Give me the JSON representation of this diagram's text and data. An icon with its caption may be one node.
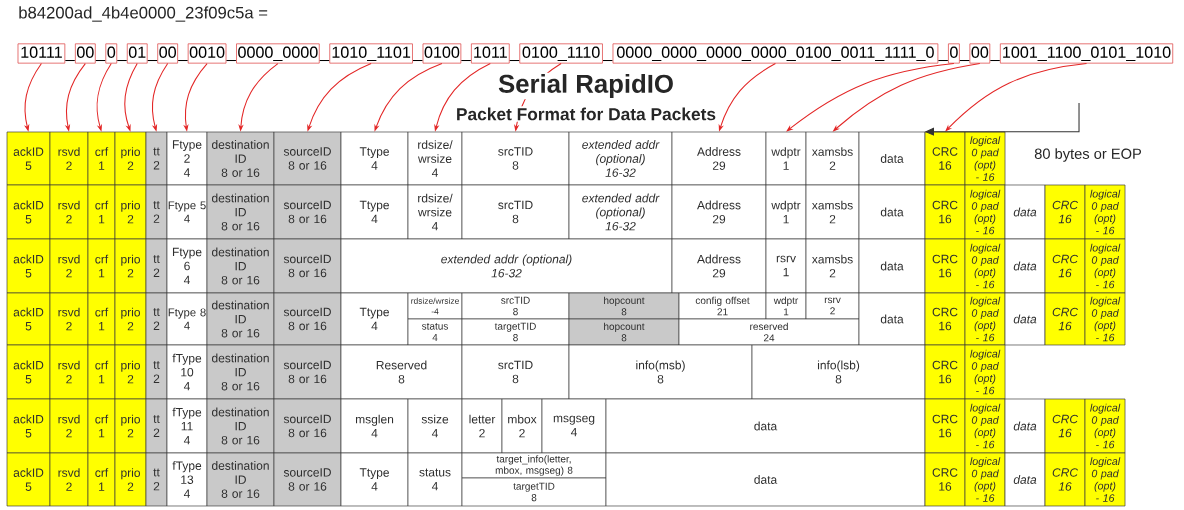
{
  "diagram": {
    "title": "Serial RapidIO",
    "nodes": [
      {
        "text": [
          "10111"
        ]
      },
      {
        "text": [
          "00"
        ]
      },
      {
        "text": [
          "0"
        ]
      },
      {
        "text": [
          "01"
        ]
      },
      {
        "text": [
          "00"
        ]
      },
      {
        "text": [
          "0010"
        ]
      },
      {
        "text": [
          "0000_0000"
        ]
      },
      {
        "text": [
          "1010_1101"
        ]
      },
      {
        "text": [
          "0100"
        ]
      },
      {
        "text": [
          "1011"
        ]
      },
      {
        "text": [
          "0100_1110"
        ]
      },
      {
        "text": [
          "0000_0000_0000_0000_0100_0011_1111_0"
        ]
      },
      {
        "text": [
          "0"
        ]
      },
      {
        "text": [
          "00"
        ]
      },
      {
        "text": [
          "1001_1100_0101_1010"
        ]
      },
      {
        "text": [
          "ackID",
          "5"
        ]
      },
      {
        "text": [
          "rsvd",
          "2"
        ]
      },
      {
        "text": [
          "crf",
          "1"
        ]
      },
      {
        "text": [
          "prio",
          "2"
        ]
      },
      {
        "text": [
          "tt",
          "2"
        ]
      },
      {
        "text": [
          "Ftype 2",
          "4"
        ]
      },
      {
        "text": [
          "destination ID",
          "8 or 16"
        ]
      },
      {
        "text": [
          "sourceID",
          "8 or 16"
        ]
      },
      {
        "text": [
          "Ttype",
          "4"
        ]
      },
      {
        "text": [
          "rdsize/ wrsize",
          "4"
        ]
      },
      {
        "text": [
          "srcTID",
          "8"
        ]
      },
      {
        "text": [
          "extended addr (optional)",
          "16-32"
        ]
      },
      {
        "text": [
          "Address",
          "29"
        ]
      },
      {
        "text": [
          "wdptr",
          "1"
        ]
      },
      {
        "text": [
          "xamsbs",
          "2"
        ]
      },
      {
        "text": [
          "data"
        ]
      },
      {
        "text": [
          "CRC",
          "16"
        ]
      },
      {
        "text": [
          "logical 0 pad (opt) - 16"
        ]
      },
      {
        "text": [
          "ackID",
          "5"
        ]
      },
      {
        "text": [
          "rsvd",
          "2"
        ]
      },
      {
        "text": [
          "crf",
          "1"
        ]
      },
      {
        "text": [
          "prio",
          "2"
        ]
      },
      {
        "text": [
          "tt",
          "2"
        ]
      },
      {
        "text": [
          "Ftype 5",
          "4"
        ]
      },
      {
        "text": [
          "destination ID",
          "8 or 16"
        ]
      },
      {
        "text": [
          "sourceID",
          "8 or 16"
        ]
      },
      {
        "text": [
          "Ttype",
          "4"
        ]
      },
      {
        "text": [
          "rdsize/ wrsize",
          "4"
        ]
      },
      {
        "text": [
          "srcTID",
          "8"
        ]
      },
      {
        "text": [
          "extended addr (optional)",
          "16-32"
        ]
      },
      {
        "text": [
          "Address",
          "29"
        ]
      },
      {
        "text": [
          "wdptr",
          "1"
        ]
      },
      {
        "text": [
          "xamsbs",
          "2"
        ]
      },
      {
        "text": [
          "data"
        ]
      },
      {
        "text": [
          "CRC",
          "16"
        ]
      },
      {
        "text": [
          "logical 0 pad (opt) - 16"
        ]
      },
      {
        "text": [
          "data"
        ]
      },
      {
        "text": [
          "CRC",
          "16"
        ]
      },
      {
        "text": [
          "logical 0 pad (opt) - 16"
        ]
      },
      {
        "text": [
          "ackID",
          "5"
        ]
      },
      {
        "text": [
          "rsvd",
          "2"
        ]
      },
      {
        "text": [
          "crf",
          "1"
        ]
      },
      {
        "text": [
          "prio",
          "2"
        ]
      },
      {
        "text": [
          "tt",
          "2"
        ]
      },
      {
        "text": [
          "Ftype 6",
          "4"
        ]
      },
      {
        "text": [
          "destination ID",
          "8 or 16"
        ]
      },
      {
        "text": [
          "sourceID",
          "8 or 16"
        ]
      },
      {
        "text": [
          "extended addr (optional)",
          "16-32"
        ]
      },
      {
        "text": [
          "Address",
          "29"
        ]
      },
      {
        "text": [
          "rsrv",
          "1"
        ]
      },
      {
        "text": [
          "xamsbs",
          "2"
        ]
      },
      {
        "text": [
          "data"
        ]
      },
      {
        "text": [
          "CRC",
          "16"
        ]
      },
      {
        "text": [
          "logical 0 pad (opt) - 16"
        ]
      },
      {
        "text": [
          "data"
        ]
      },
      {
        "text": [
          "CRC",
          "16"
        ]
      },
      {
        "text": [
          "logical 0 pad (opt) - 16"
        ]
      },
      {
        "text": [
          "ackID",
          "5"
        ]
      },
      {
        "text": [
          "rsvd",
          "2"
        ]
      },
      {
        "text": [
          "crf",
          "1"
        ]
      },
      {
        "text": [
          "prio",
          "2"
        ]
      },
      {
        "text": [
          "tt",
          "2"
        ]
      },
      {
        "text": [
          "Ftype 8",
          "4"
        ]
      },
      {
        "text": [
          "destination ID",
          "8 or 16"
        ]
      },
      {
        "text": [
          "sourceID",
          "8 or 16"
        ]
      },
      {
        "text": [
          "Ttype",
          "4"
        ]
      },
      {
        "text": [
          "rdsize/wrsize",
          "-4"
        ]
      },
      {
        "text": [
          "srcTID",
          "8"
        ]
      },
      {
        "text": [
          "hopcount",
          "8"
        ]
      },
      {
        "text": [
          "config offset",
          "21"
        ]
      },
      {
        "text": [
          "wdptr",
          "1"
        ]
      },
      {
        "text": [
          "rsrv",
          "2"
        ]
      },
      {
        "text": [
          "status",
          "4"
        ]
      },
      {
        "text": [
          "targetTID",
          "8"
        ]
      },
      {
        "text": [
          "hopcount",
          "8"
        ]
      },
      {
        "text": [
          "reserved",
          "24"
        ]
      },
      {
        "text": [
          "data"
        ]
      },
      {
        "text": [
          "CRC",
          "16"
        ]
      },
      {
        "text": [
          "logical 0 pad (opt) - 16"
        ]
      },
      {
        "text": [
          "data"
        ]
      },
      {
        "text": [
          "CRC",
          "16"
        ]
      },
      {
        "text": [
          "logical 0 pad (opt) - 16"
        ]
      },
      {
        "text": [
          "ackID",
          "5"
        ]
      },
      {
        "text": [
          "rsvd",
          "2"
        ]
      },
      {
        "text": [
          "crf",
          "1"
        ]
      },
      {
        "text": [
          "prio",
          "2"
        ]
      },
      {
        "text": [
          "tt",
          "2"
        ]
      },
      {
        "text": [
          "fType 10",
          "4"
        ]
      },
      {
        "text": [
          "destination ID",
          "8 or 16"
        ]
      },
      {
        "text": [
          "sourceID",
          "8 or 16"
        ]
      },
      {
        "text": [
          "Reserved",
          "8"
        ]
      },
      {
        "text": [
          "srcTID",
          "8"
        ]
      },
      {
        "text": [
          "info(msb)",
          "8"
        ]
      },
      {
        "text": [
          "info(lsb)",
          "8"
        ]
      },
      {
        "text": [
          "CRC",
          "16"
        ]
      },
      {
        "text": [
          "logical 0 pad (opt) - 16"
        ]
      },
      {
        "text": [
          "ackID",
          "5"
        ]
      },
      {
        "text": [
          "rsvd",
          "2"
        ]
      },
      {
        "text": [
          "crf",
          "1"
        ]
      },
      {
        "text": [
          "prio",
          "2"
        ]
      },
      {
        "text": [
          "tt",
          "2"
        ]
      },
      {
        "text": [
          "fType 11",
          "4"
        ]
      },
      {
        "text": [
          "destination ID",
          "8 or 16"
        ]
      },
      {
        "text": [
          "sourceID",
          "8 or 16"
        ]
      },
      {
        "text": [
          "msglen",
          "4"
        ]
      },
      {
        "text": [
          "ssize",
          "4"
        ]
      },
      {
        "text": [
          "letter",
          "2"
        ]
      },
      {
        "text": [
          "mbox",
          "2"
        ]
      },
      {
        "text": [
          "msgseg",
          "4"
        ]
      },
      {
        "text": [
          "data"
        ]
      },
      {
        "text": [
          "CRC",
          "16"
        ]
      },
      {
        "text": [
          "logical 0 pad (opt) - 16"
        ]
      },
      {
        "text": [
          "data"
        ]
      },
      {
        "text": [
          "CRC",
          "16"
        ]
      },
      {
        "text": [
          "logical 0 pad (opt) - 16"
        ]
      },
      {
        "text": [
          "ackID",
          "5"
        ]
      },
      {
        "text": [
          "rsvd",
          "2"
        ]
      },
      {
        "text": [
          "crf",
          "1"
        ]
      },
      {
        "text": [
          "prio",
          "2"
        ]
      },
      {
        "text": [
          "tt",
          "2"
        ]
      },
      {
        "text": [
          "fType 13",
          "4"
        ]
      },
      {
        "text": [
          "destination ID",
          "8 or 16"
        ]
      },
      {
        "text": [
          "sourceID",
          "8 or 16"
        ]
      },
      {
        "text": [
          "Ttype",
          "4"
        ]
      },
      {
        "text": [
          "status",
          "4"
        ]
      },
      {
        "text": [
          "target_info(letter, mbox, msgseg) 8"
        ]
      },
      {
        "text": [
          "targetTID",
          "8"
        ]
      },
      {
        "text": [
          "data"
        ]
      },
      {
        "text": [
          "CRC",
          "16"
        ]
      },
      {
        "text": [
          "logical 0 pad (opt) - 16"
        ]
      },
      {
        "text": [
          "data"
        ]
      },
      {
        "text": [
          "CRC",
          "16"
        ]
      },
      {
        "text": [
          "logical 0 pad (opt) - 16"
        ]
      }
    ],
    "edges": [
      {
        "from": 0,
        "to": 15,
        "arrow": "to"
      },
      {
        "from": 1,
        "to": 16,
        "arrow": "to"
      },
      {
        "from": 2,
        "to": 17,
        "arrow": "to"
      },
      {
        "from": 3,
        "to": 18,
        "arrow": "to"
      },
      {
        "from": 4,
        "to": 19,
        "arrow": "to"
      },
      {
        "from": 5,
        "to": 20,
        "arrow": "to"
      },
      {
        "from": 6,
        "to": 21,
        "arrow": "to"
      },
      {
        "from": 7,
        "to": 22,
        "arrow": "to"
      },
      {
        "from": 8,
        "to": 23,
        "arrow": "to"
      },
      {
        "from": 9,
        "to": 24,
        "arrow": "to"
      },
      {
        "from": 10,
        "to": 25,
        "arrow": "to"
      },
      {
        "from": 11,
        "to": 27,
        "arrow": "to"
      },
      {
        "from": 12,
        "to": 28,
        "arrow": "to"
      },
      {
        "from": 13,
        "to": 29,
        "arrow": "to"
      },
      {
        "from": 14,
        "to": 31,
        "arrow": "to"
      },
      {
        "from": null,
        "to": 31,
        "arrow": "to",
        "color": "#333333"
      }
    ],
    "labels": [
      "b84200ad_4b4e0000_23f09c5a =",
      "_",
      "_",
      "_",
      "_",
      "_",
      "_",
      "_",
      "_",
      "_",
      "_",
      "_",
      "_",
      "_",
      "_",
      "Packet Format for Data Packets",
      "80 bytes or EOP"
    ]
  }
}
